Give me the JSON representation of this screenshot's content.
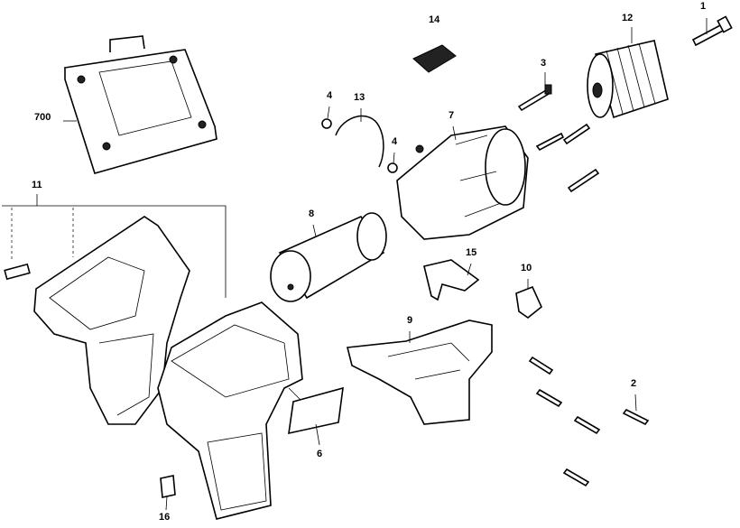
{
  "diagram": {
    "title": "Drill exploded parts view",
    "parts": [
      {
        "id": "1",
        "name": "screw"
      },
      {
        "id": "12",
        "name": "chuck"
      },
      {
        "id": "14",
        "name": "switch-button"
      },
      {
        "id": "3",
        "name": "screw"
      },
      {
        "id": "700",
        "name": "carrying-case"
      },
      {
        "id": "4",
        "name": "washer"
      },
      {
        "id": "13",
        "name": "spring-clip"
      },
      {
        "id": "7",
        "name": "gearbox"
      },
      {
        "id": "4",
        "name": "washer"
      },
      {
        "id": "11",
        "name": "housing-set"
      },
      {
        "id": "8",
        "name": "motor"
      },
      {
        "id": "15",
        "name": "bracket"
      },
      {
        "id": "10",
        "name": "clip"
      },
      {
        "id": "9",
        "name": "switch-assembly"
      },
      {
        "id": "2",
        "name": "screw"
      },
      {
        "id": "6",
        "name": "label"
      },
      {
        "id": "16",
        "name": "tag"
      }
    ]
  }
}
